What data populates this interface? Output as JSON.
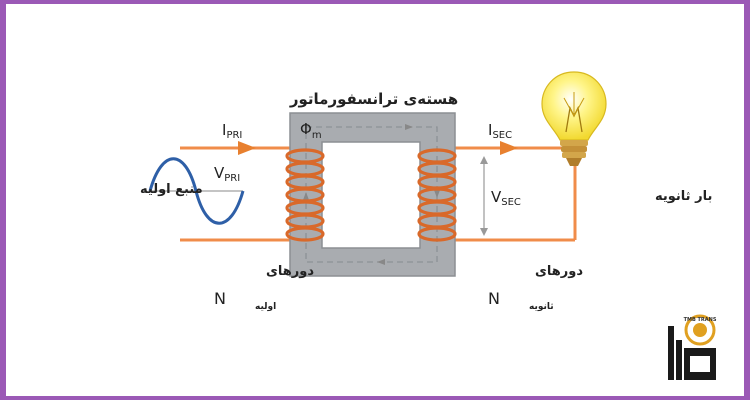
{
  "title": "هسته‌ی ترانسفورماتور",
  "labels": {
    "source": "منبع اولیه",
    "load": "بار ثانویه",
    "primary_turns": "دورهای",
    "secondary_turns": "دورهای",
    "primary_N": "N",
    "primary_N_sub": "اولیه",
    "secondary_N": "N",
    "secondary_N_sub": "ثانویه",
    "flux": "Φ",
    "flux_sub": "m",
    "i_pri": "I",
    "i_pri_sub": "PRI",
    "v_pri": "V",
    "v_pri_sub": "PRI",
    "i_sec": "I",
    "i_sec_sub": "SEC",
    "v_sec": "V",
    "v_sec_sub": "SEC"
  },
  "logo": {
    "text": "TMB TRANS"
  },
  "colors": {
    "frame": "#9b59b6",
    "panel": "#ffffff",
    "wire": "#f08c4a",
    "coil": "#d9692a",
    "core": "#a9acb0",
    "core_dark": "#8c8f93",
    "sine": "#2e5fa7",
    "bulb": "#fff27a"
  }
}
